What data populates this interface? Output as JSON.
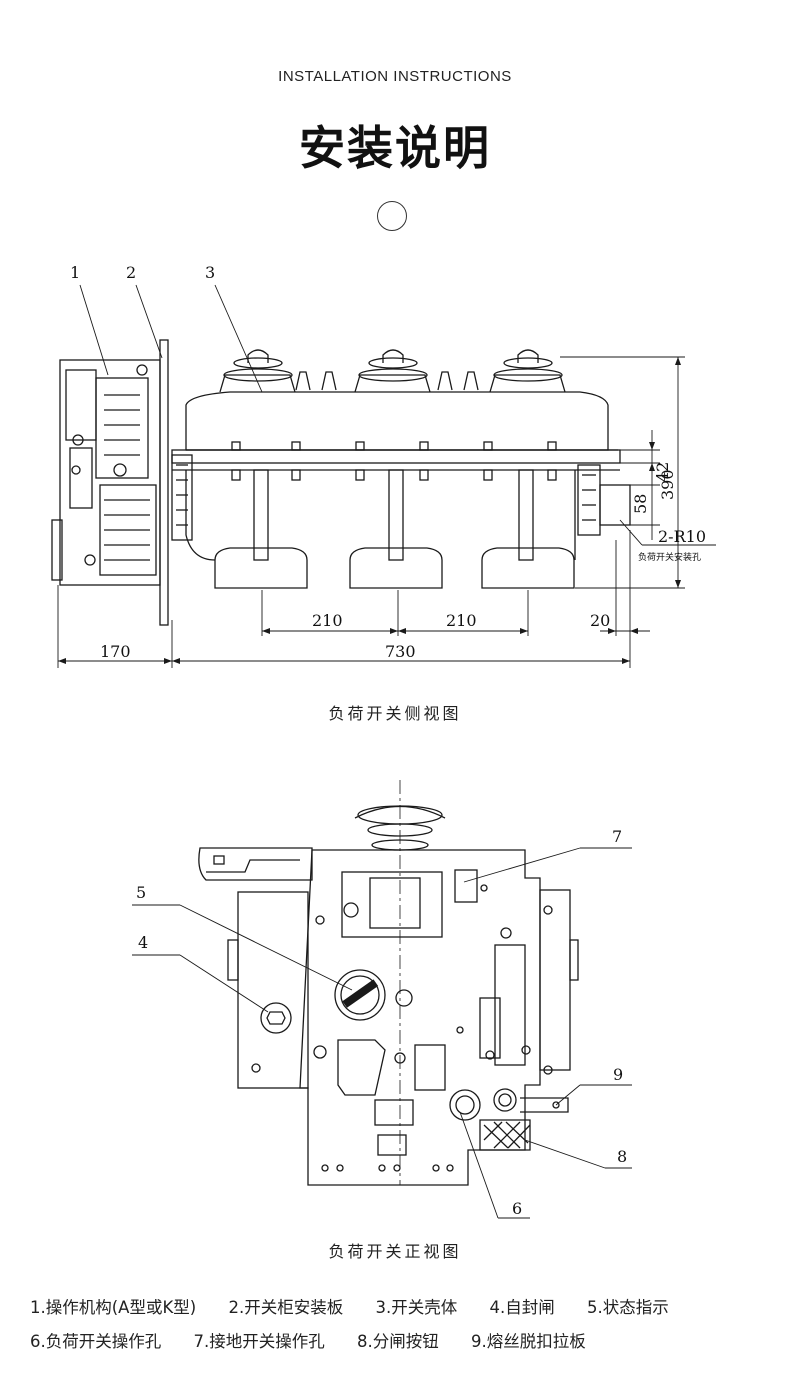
{
  "header": {
    "subtitle": "INSTALLATION INSTRUCTIONS",
    "title": "安装说明"
  },
  "side_view": {
    "caption": "负荷开关侧视图",
    "callouts": [
      "1",
      "2",
      "3"
    ],
    "dims": {
      "d210a": "210",
      "d210b": "210",
      "d20": "20",
      "d170": "170",
      "d730": "730",
      "d42": "42",
      "d58": "58",
      "d390": "390",
      "r10": "2-R10",
      "hole_note": "负荷开关安装孔"
    }
  },
  "front_view": {
    "caption": "负荷开关正视图",
    "callouts": [
      "4",
      "5",
      "6",
      "7",
      "8",
      "9"
    ]
  },
  "legend": {
    "row1": [
      "1.操作机构(A型或K型)",
      "2.开关柜安装板",
      "3.开关壳体",
      "4.自封闸",
      "5.状态指示"
    ],
    "row2": [
      "6.负荷开关操作孔",
      "7.接地开关操作孔",
      "8.分闸按钮",
      "9.熔丝脱扣拉板"
    ]
  }
}
